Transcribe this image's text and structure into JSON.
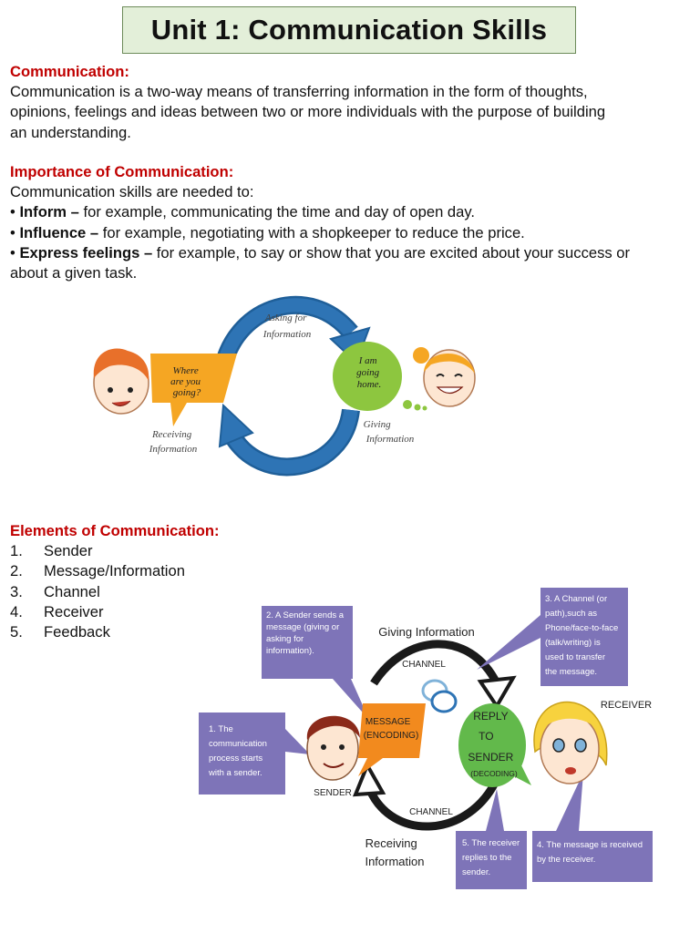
{
  "title": "Unit 1: Communication Skills",
  "communication": {
    "heading": "Communication:",
    "lines": [
      "Communication is a two-way means of transferring information in the form of thoughts,",
      "opinions, feelings and ideas between two or more individuals with the purpose of building",
      "an understanding."
    ]
  },
  "importance": {
    "heading": "Importance of Communication:",
    "intro": "Communication skills are needed to:",
    "items": [
      {
        "bullet": "•",
        "term": "Inform –",
        "desc": " for example, communicating the time and day of open day."
      },
      {
        "bullet": "•",
        "term": "Influence –",
        "desc": " for example, negotiating with a shopkeeper to reduce the price."
      },
      {
        "bullet": "•",
        "term": "Express feelings –",
        "desc": " for example, to say or show that you are excited about your success or"
      }
    ],
    "continuation": "about a given task."
  },
  "diagram1": {
    "asking": [
      "Asking for",
      "Information"
    ],
    "bubble_left": [
      "Where",
      "are you",
      "going?"
    ],
    "bubble_right": [
      "I am",
      "going",
      "home."
    ],
    "receiving": [
      "Receiving",
      "Information"
    ],
    "giving": [
      "Giving",
      "Information"
    ]
  },
  "elements": {
    "heading": "Elements of Communication:",
    "items": [
      {
        "num": "1.",
        "label": "Sender"
      },
      {
        "num": "2.",
        "label": "Message/Information"
      },
      {
        "num": "3.",
        "label": "Channel"
      },
      {
        "num": "4.",
        "label": "Receiver"
      },
      {
        "num": "5.",
        "label": "Feedback"
      }
    ]
  },
  "diagram2": {
    "note1": [
      "1. The",
      "communication",
      "process starts",
      "with a sender."
    ],
    "note2": [
      "2. A Sender sends a",
      "message (giving or",
      "asking for",
      "information)."
    ],
    "note3": [
      "3. A Channel (or",
      "path),such as",
      "Phone/face-to-face",
      "(talk/writing) is",
      "used to transfer",
      "the message."
    ],
    "note4": [
      "4. The message is received",
      "by the receiver."
    ],
    "note5": [
      "5. The receiver",
      "replies to the",
      "sender."
    ],
    "giving_information": "Giving Information",
    "channel_top": "CHANNEL",
    "channel_bottom": "CHANNEL",
    "receiving_information": [
      "Receiving",
      "Information"
    ],
    "message": [
      "MESSAGE",
      "(ENCODING)"
    ],
    "reply": [
      "REPLY",
      "TO",
      "SENDER",
      "(DECODING)"
    ],
    "sender": "SENDER",
    "receiver": "RECEIVER"
  },
  "colors": {
    "heading_red": "#c00000",
    "title_bg": "#e3efd9",
    "arrow_blue": "#2e74b5",
    "bubble_orange": "#f5a623",
    "bubble_green": "#8dc63f",
    "note_purple": "#7e74b8"
  }
}
